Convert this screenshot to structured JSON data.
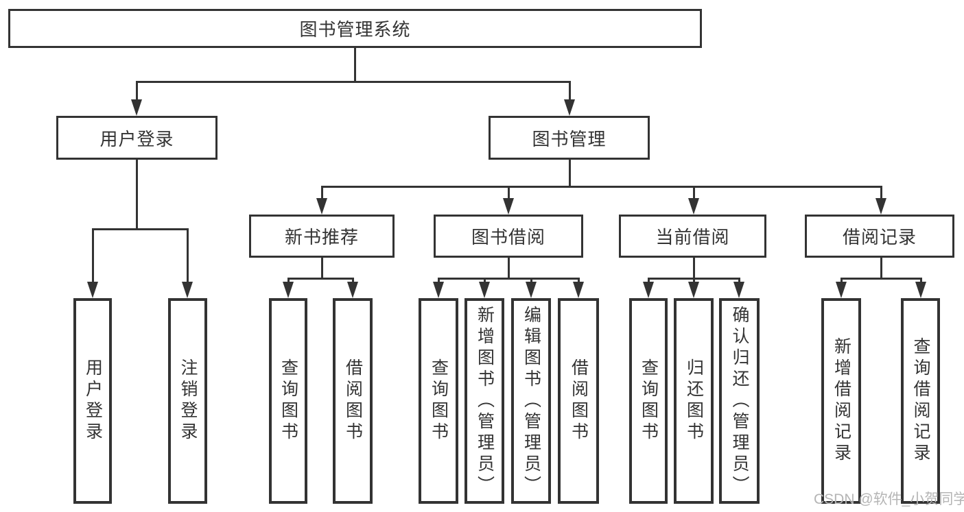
{
  "diagram": {
    "title": "图书管理系统",
    "root": "图书管理系统",
    "branches": {
      "user_login": "用户登录",
      "book_mgmt": "图书管理"
    },
    "modules": {
      "new_book": "新书推荐",
      "borrow": "图书借阅",
      "current": "当前借阅",
      "records": "借阅记录"
    },
    "leaves": {
      "user_login_leaf": "用户登录",
      "logout": "注销登录",
      "query_book_1": "查询图书",
      "borrow_book_1": "借阅图书",
      "query_book_2": "查询图书",
      "add_book": "新增图书（管理员）",
      "edit_book": "编辑图书（管理员）",
      "borrow_book_2": "借阅图书",
      "query_book_3": "查询图书",
      "return_book": "归还图书",
      "confirm_return": "确认归还（管理员）",
      "add_record": "新增借阅记录",
      "query_record": "查询借阅记录"
    }
  },
  "watermark": "CSDN @软件_小贺同学",
  "colors": {
    "line": "#333333",
    "text": "#333333",
    "watermark": "#b5b5b5",
    "background": "#ffffff"
  }
}
